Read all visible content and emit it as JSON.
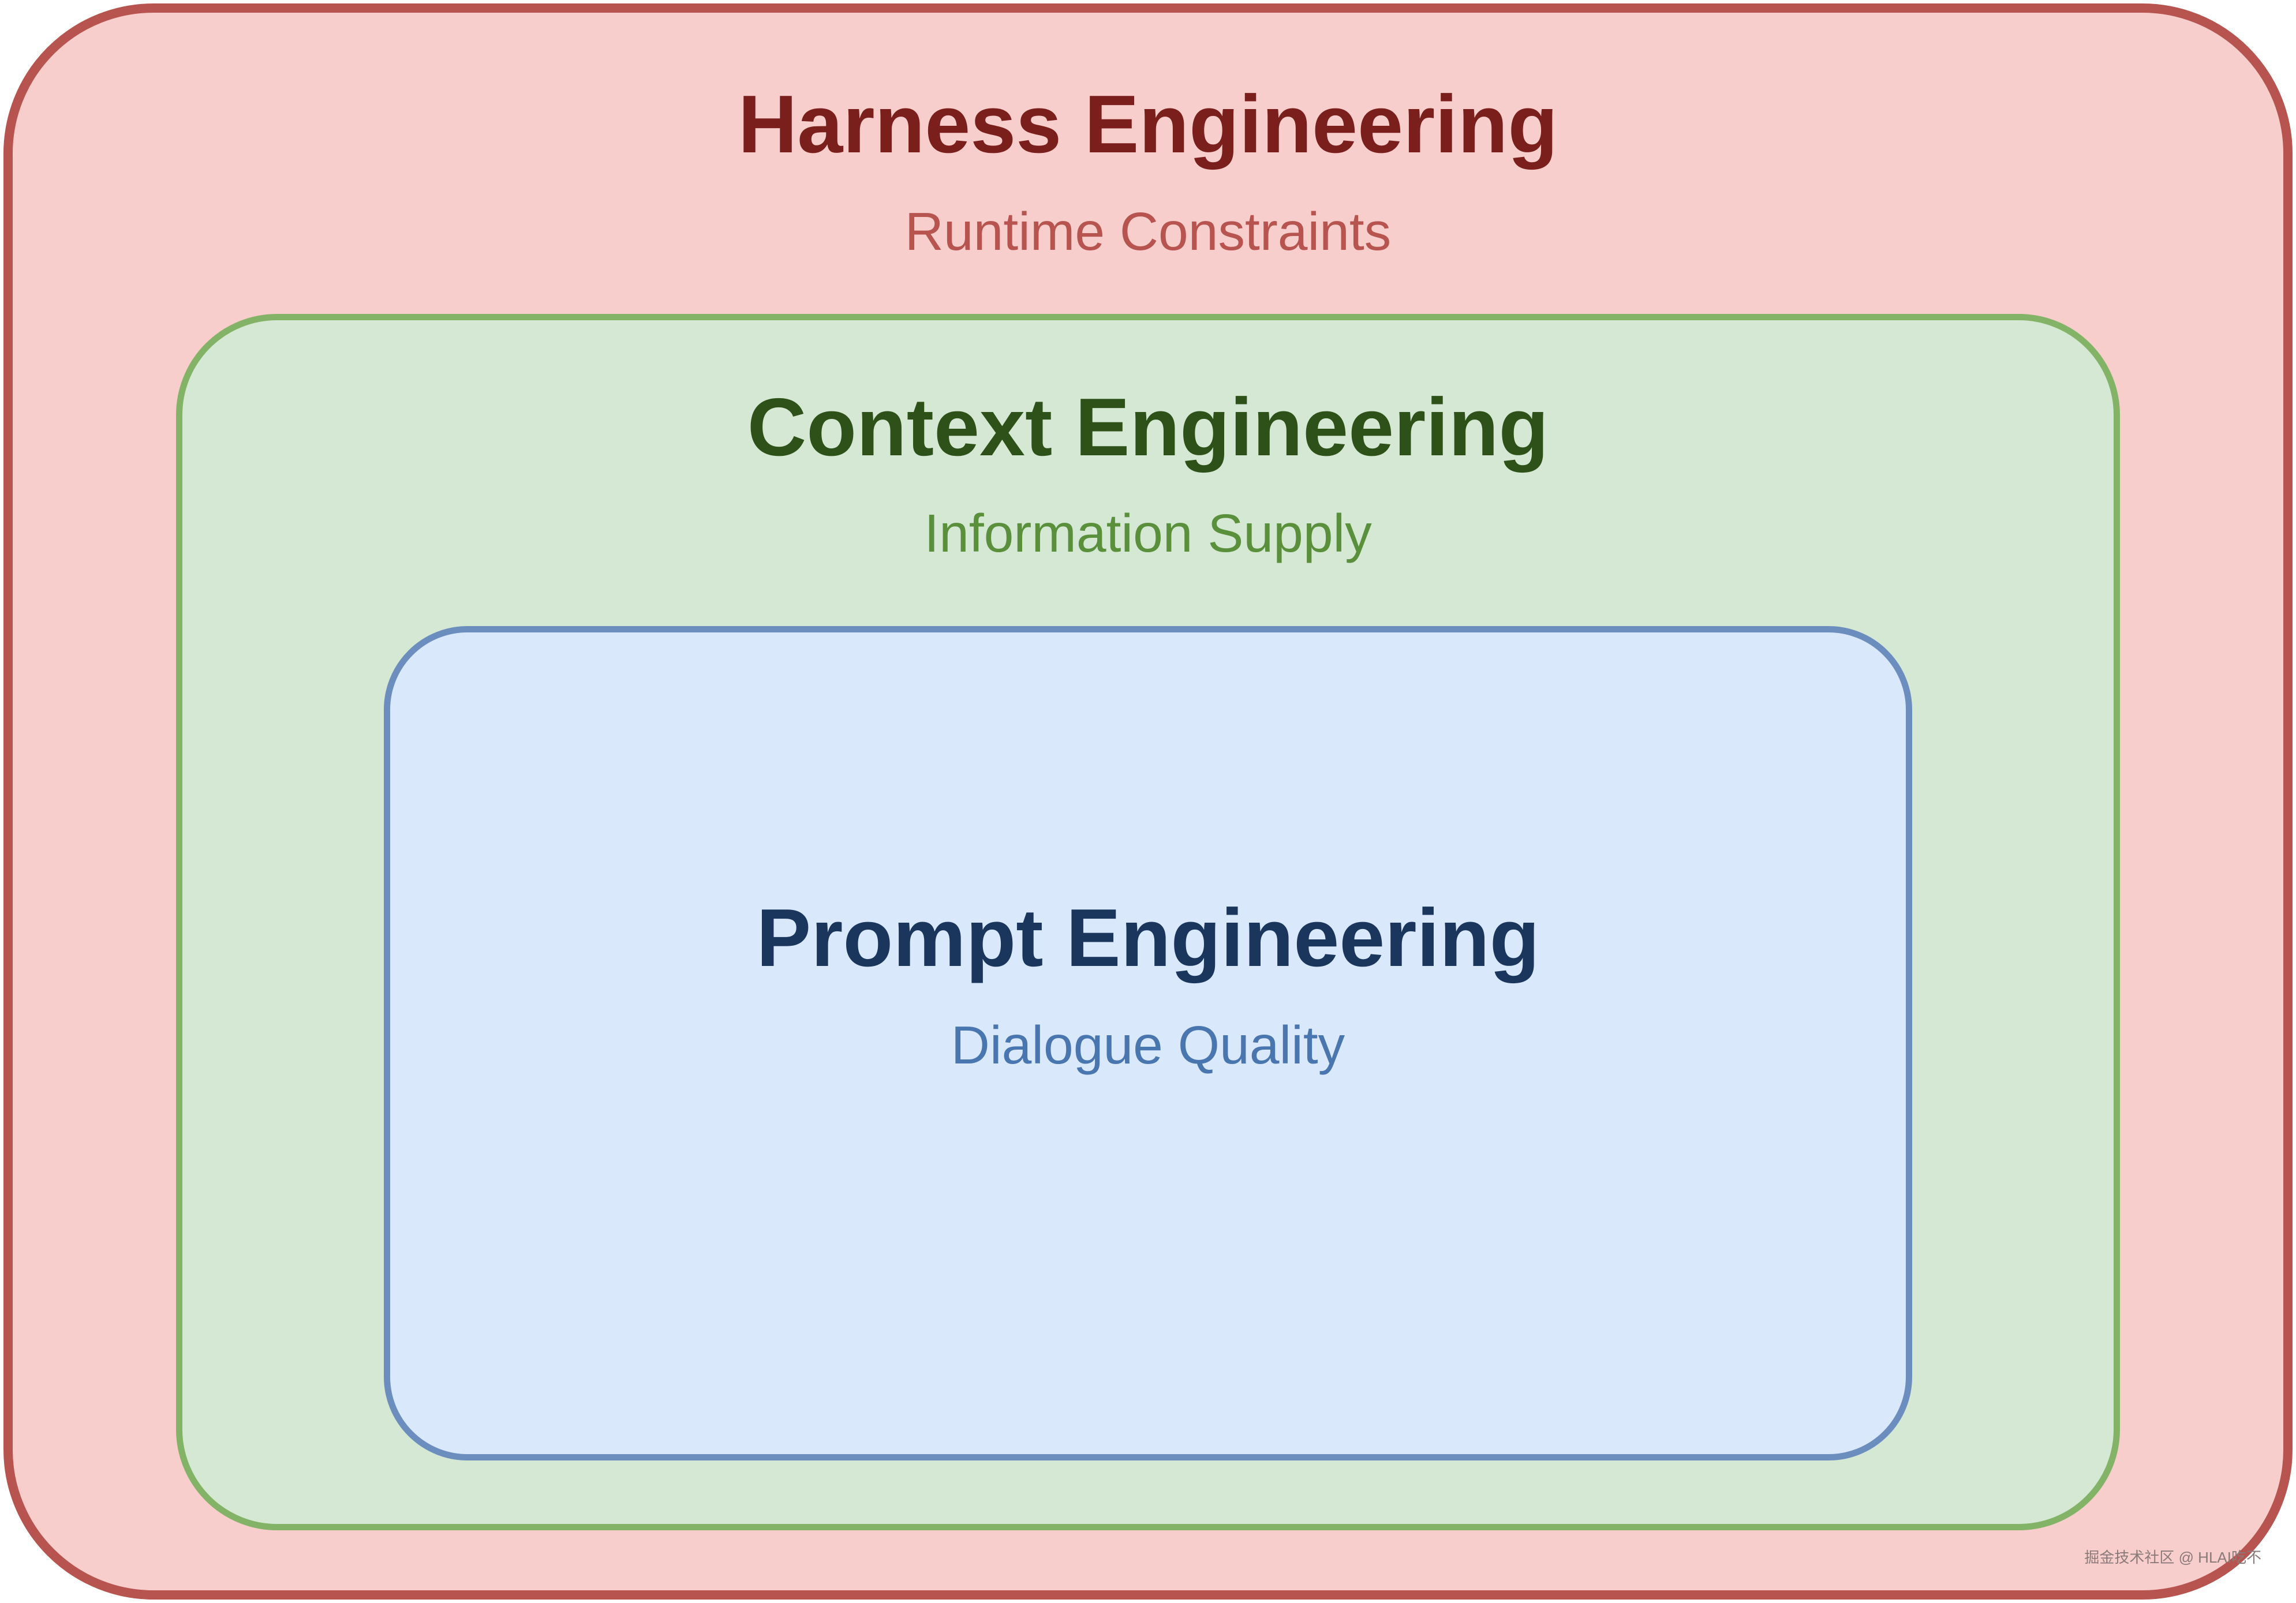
{
  "diagram": {
    "layers": [
      {
        "id": "harness",
        "title": "Harness Engineering",
        "subtitle": "Runtime Constraints",
        "fill": "#f8cecc",
        "stroke": "#b85450",
        "title_color": "#7b1f1c",
        "subtitle_color": "#b85450"
      },
      {
        "id": "context",
        "title": "Context Engineering",
        "subtitle": "Information Supply",
        "fill": "#d5e8d4",
        "stroke": "#82b366",
        "title_color": "#2d5118",
        "subtitle_color": "#5a8f3c"
      },
      {
        "id": "prompt",
        "title": "Prompt Engineering",
        "subtitle": "Dialogue Quality",
        "fill": "#dae8fc",
        "stroke": "#6c8ebf",
        "title_color": "#1b365d",
        "subtitle_color": "#4a76b0"
      }
    ]
  },
  "watermark": "掘金技术社区 @ HLAI吃不"
}
